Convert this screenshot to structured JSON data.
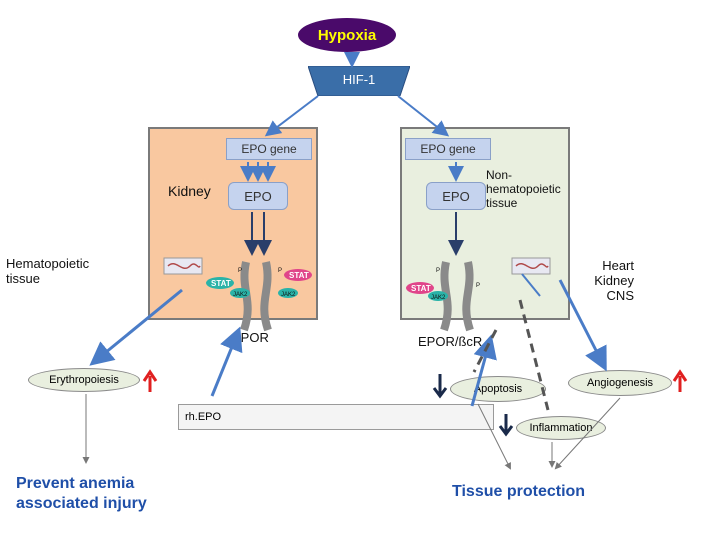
{
  "top": {
    "hypoxia": "Hypoxia",
    "hif": "HIF-1"
  },
  "left_panel": {
    "gene": "EPO gene",
    "epo": "EPO",
    "organ": "Kidney",
    "receptor": "EPOR"
  },
  "right_panel": {
    "gene": "EPO gene",
    "epo": "EPO",
    "tissue": "Non-hematopoietic tissue",
    "receptor": "EPOR/ßcR"
  },
  "side_labels": {
    "hematopoietic": "Hematopoietic tissue",
    "targets": "Heart Kidney CNS"
  },
  "signaling": {
    "stat": "STAT",
    "jak2": "JAK2",
    "p": "P"
  },
  "outcomes": {
    "erythropoiesis": "Erythropoiesis",
    "rhepo": "rh.EPO",
    "prevent": "Prevent anemia associated injury",
    "apoptosis": "Apoptosis",
    "angiogenesis": "Angiogenesis",
    "inflammation": "Inflammation",
    "protection": "Tissue protection"
  },
  "colors": {
    "hypoxia_fill": "#4a0a6a",
    "hypoxia_text": "#ffff00",
    "hif_fill": "#3a6ea8",
    "left_panel": "#f9c8a0",
    "right_panel": "#e9efdf",
    "blue_box": "#c5d3ee",
    "arrow": "#4a7cc7",
    "up_arrow": "#e02020",
    "stat": "#e0458a",
    "jak2": "#2ab3a8"
  }
}
